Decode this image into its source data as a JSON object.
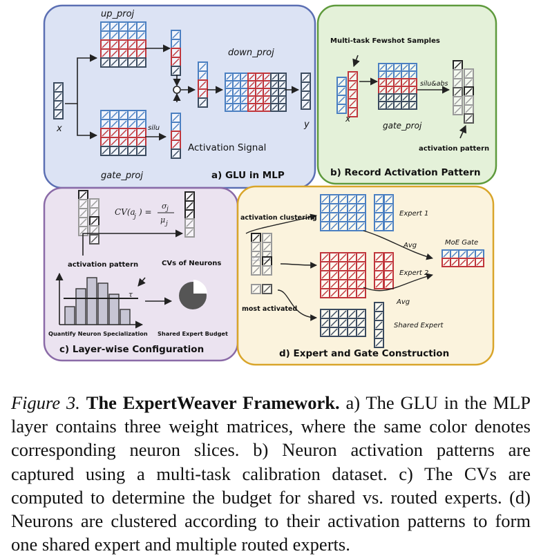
{
  "figure": {
    "panel_a": {
      "title": "a) GLU in MLP",
      "up_proj": "up_proj",
      "gate_proj": "gate_proj",
      "down_proj": "down_proj",
      "x": "x",
      "y": "y",
      "silu": "silu",
      "activation_signal": "Activation Signal"
    },
    "panel_b": {
      "title": "b) Record Activation Pattern",
      "samples": "Multi-task Fewshot Samples",
      "x": "x",
      "silu_abs": "silu&abs",
      "gate_proj": "gate_proj",
      "activation_pattern": "activation pattern"
    },
    "panel_c": {
      "title": "c) Layer-wise Configuration",
      "activation_pattern": "activation pattern",
      "cvs": "CVs of Neurons",
      "formula_lhs": "CV(a",
      "formula_sub": "j",
      "formula_eq": ") =",
      "formula_num": "σ",
      "formula_den": "μ",
      "tau": "τ",
      "quantify": "Quantify Neuron Specialization",
      "budget": "Shared Expert Budget"
    },
    "panel_d": {
      "title": "d) Expert and Gate Construction",
      "clustering": "activation clustering",
      "most_activated": "most activated",
      "expert1": "Expert 1",
      "expert2": "Expert 2",
      "shared": "Shared Expert",
      "moe_gate": "MoE Gate",
      "avg1": "Avg",
      "avg2": "Avg"
    },
    "colors": {
      "blue": "#4a7fc1",
      "red": "#c0353b",
      "navy": "#3a4a5e",
      "panel_a_bg": "#dce3f4",
      "panel_a_border": "#5b6fb3",
      "panel_b_bg": "#e4f1d9",
      "panel_b_border": "#5e9a3c",
      "panel_c_bg": "#ebe3f0",
      "panel_c_border": "#8a6aa7",
      "panel_d_bg": "#fbf3dd",
      "panel_d_border": "#d9a52a"
    }
  },
  "caption": {
    "label": "Figure 3.",
    "title": "The ExpertWeaver Framework.",
    "text": "a) The GLU in the MLP layer contains three weight matrices, where the same color denotes corresponding neuron slices. b) Neuron activation patterns are captured using a multi-task calibration dataset. c) The CVs are computed to determine the budget for shared vs. routed experts. (d) Neurons are clustered according to their activation patterns to form one shared expert and multiple routed experts."
  }
}
